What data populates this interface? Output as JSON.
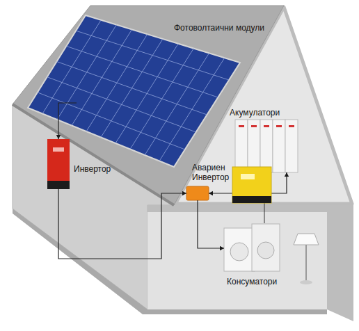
{
  "diagram": {
    "nodes": [
      {
        "text": [
          "Фотоволтаични модули"
        ]
      },
      {
        "text": [
          "Инвертор"
        ]
      },
      {
        "text": [
          "Авариен Инвертор"
        ]
      },
      {
        "text": [
          "Акумулатори"
        ]
      },
      {
        "text": [
          "Консуматори"
        ]
      }
    ],
    "edges": [
      {
        "from": 0,
        "to": 1,
        "arrow": "to"
      },
      {
        "from": 1,
        "to": 2,
        "arrow": "to"
      },
      {
        "from": 2,
        "to": 3,
        "arrow": "both"
      },
      {
        "from": 2,
        "to": 4,
        "arrow": "to"
      }
    ]
  }
}
